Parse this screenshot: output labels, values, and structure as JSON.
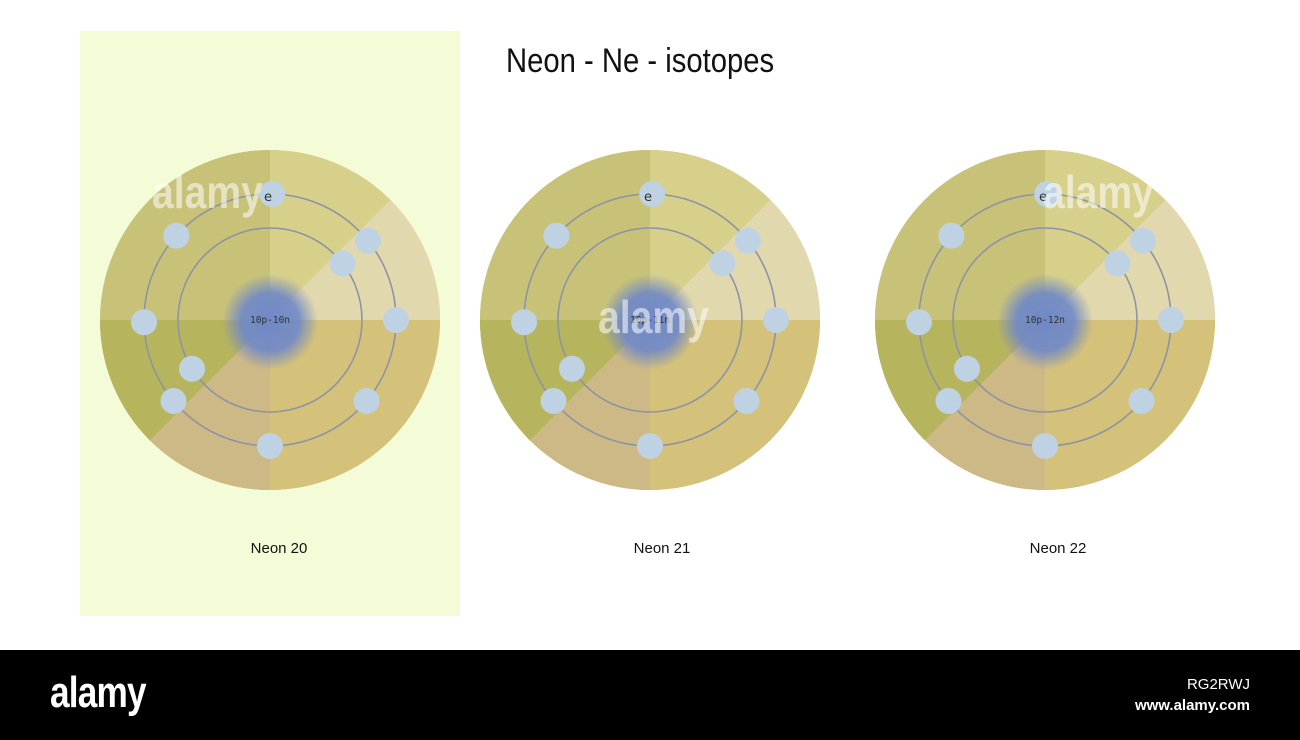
{
  "title": "Neon - Ne - isotopes",
  "colors": {
    "panel_highlight": "#f3fcd7",
    "disc_top_left": "#c8c279",
    "disc_top_right": "#d6d08b",
    "disc_right_wedge": "#e2d8ad",
    "disc_bottom_right": "#d4c27a",
    "disc_bottom_left": "#cdb985",
    "disc_left_wedge": "#b7b45e",
    "orbit": "#8c94a3",
    "electron": "#bfd2e3",
    "nucleus": "#6f88c8"
  },
  "atoms": [
    {
      "nucleus_label": "10p-10n",
      "electron_label": "e",
      "caption": "Neon 20"
    },
    {
      "nucleus_label": "10p-11n",
      "electron_label": "e",
      "caption": "Neon 21"
    },
    {
      "nucleus_label": "10p-12n",
      "electron_label": "e",
      "caption": "Neon 22"
    }
  ],
  "footer": {
    "logo": "alamy",
    "image_id": "RG2RWJ",
    "url": "www.alamy.com"
  }
}
